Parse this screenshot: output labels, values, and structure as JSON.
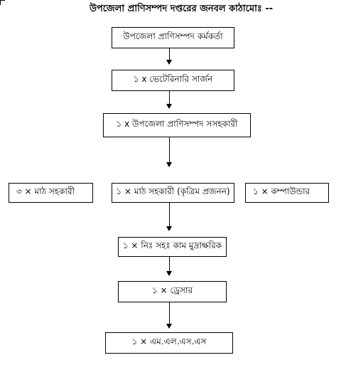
{
  "title": "উপজেলা প্রাণিসম্পদ দপ্তরের জনবল কাঠামোঃ --",
  "nodes": {
    "upazila_officer": "উপজেলা প্রাণিসম্পদ কর্মকর্তা",
    "vet_surgeon": "১ x ভেটেরিনারি সার্জন",
    "livestock_assistant": "১ x উপজেলা প্রাণিসম্পদ সসহকারী",
    "field_assistant": "৩ ×  মাঠ সহকারী",
    "field_assistant_ai": "১ × মাঠ সহকারী (কৃত্রিম প্রজনন)",
    "compounder": "১ ×    কম্পাউন্ডার",
    "clerk_typist": "১ × নিঃ সহঃ কাম মুদ্রাক্ষরিক",
    "dresser": "১ × ড্রেসার",
    "mlss": "১ × এম.এল.এস.এস"
  }
}
